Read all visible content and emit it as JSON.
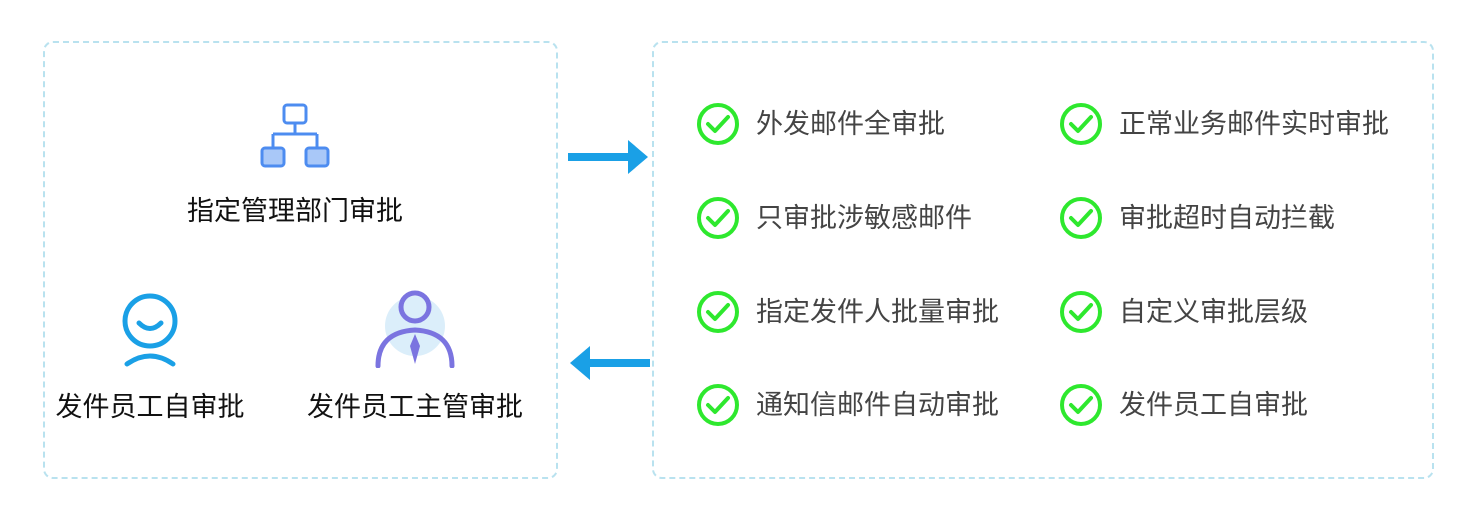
{
  "colors": {
    "accent_blue": "#1aa0e6",
    "check_green": "#2ee82e",
    "panel_border": "#b9e2ef",
    "org_chart_blue": "#4d8cf0",
    "manager_purple": "#7b74e0"
  },
  "left_panel": {
    "roles": [
      {
        "label": "指定管理部门审批",
        "icon": "org-chart-icon"
      },
      {
        "label": "发件员工自审批",
        "icon": "smiley-user-icon"
      },
      {
        "label": "发件员工主管审批",
        "icon": "manager-user-icon"
      }
    ]
  },
  "arrows": [
    {
      "direction": "right",
      "icon": "arrow-right-icon"
    },
    {
      "direction": "left",
      "icon": "arrow-left-icon"
    }
  ],
  "right_panel": {
    "features": [
      {
        "label": "外发邮件全审批",
        "icon": "check-circle-icon"
      },
      {
        "label": "正常业务邮件实时审批",
        "icon": "check-circle-icon"
      },
      {
        "label": "只审批涉敏感邮件",
        "icon": "check-circle-icon"
      },
      {
        "label": "审批超时自动拦截",
        "icon": "check-circle-icon"
      },
      {
        "label": "指定发件人批量审批",
        "icon": "check-circle-icon"
      },
      {
        "label": "自定义审批层级",
        "icon": "check-circle-icon"
      },
      {
        "label": "通知信邮件自动审批",
        "icon": "check-circle-icon"
      },
      {
        "label": "发件员工自审批",
        "icon": "check-circle-icon"
      }
    ]
  }
}
